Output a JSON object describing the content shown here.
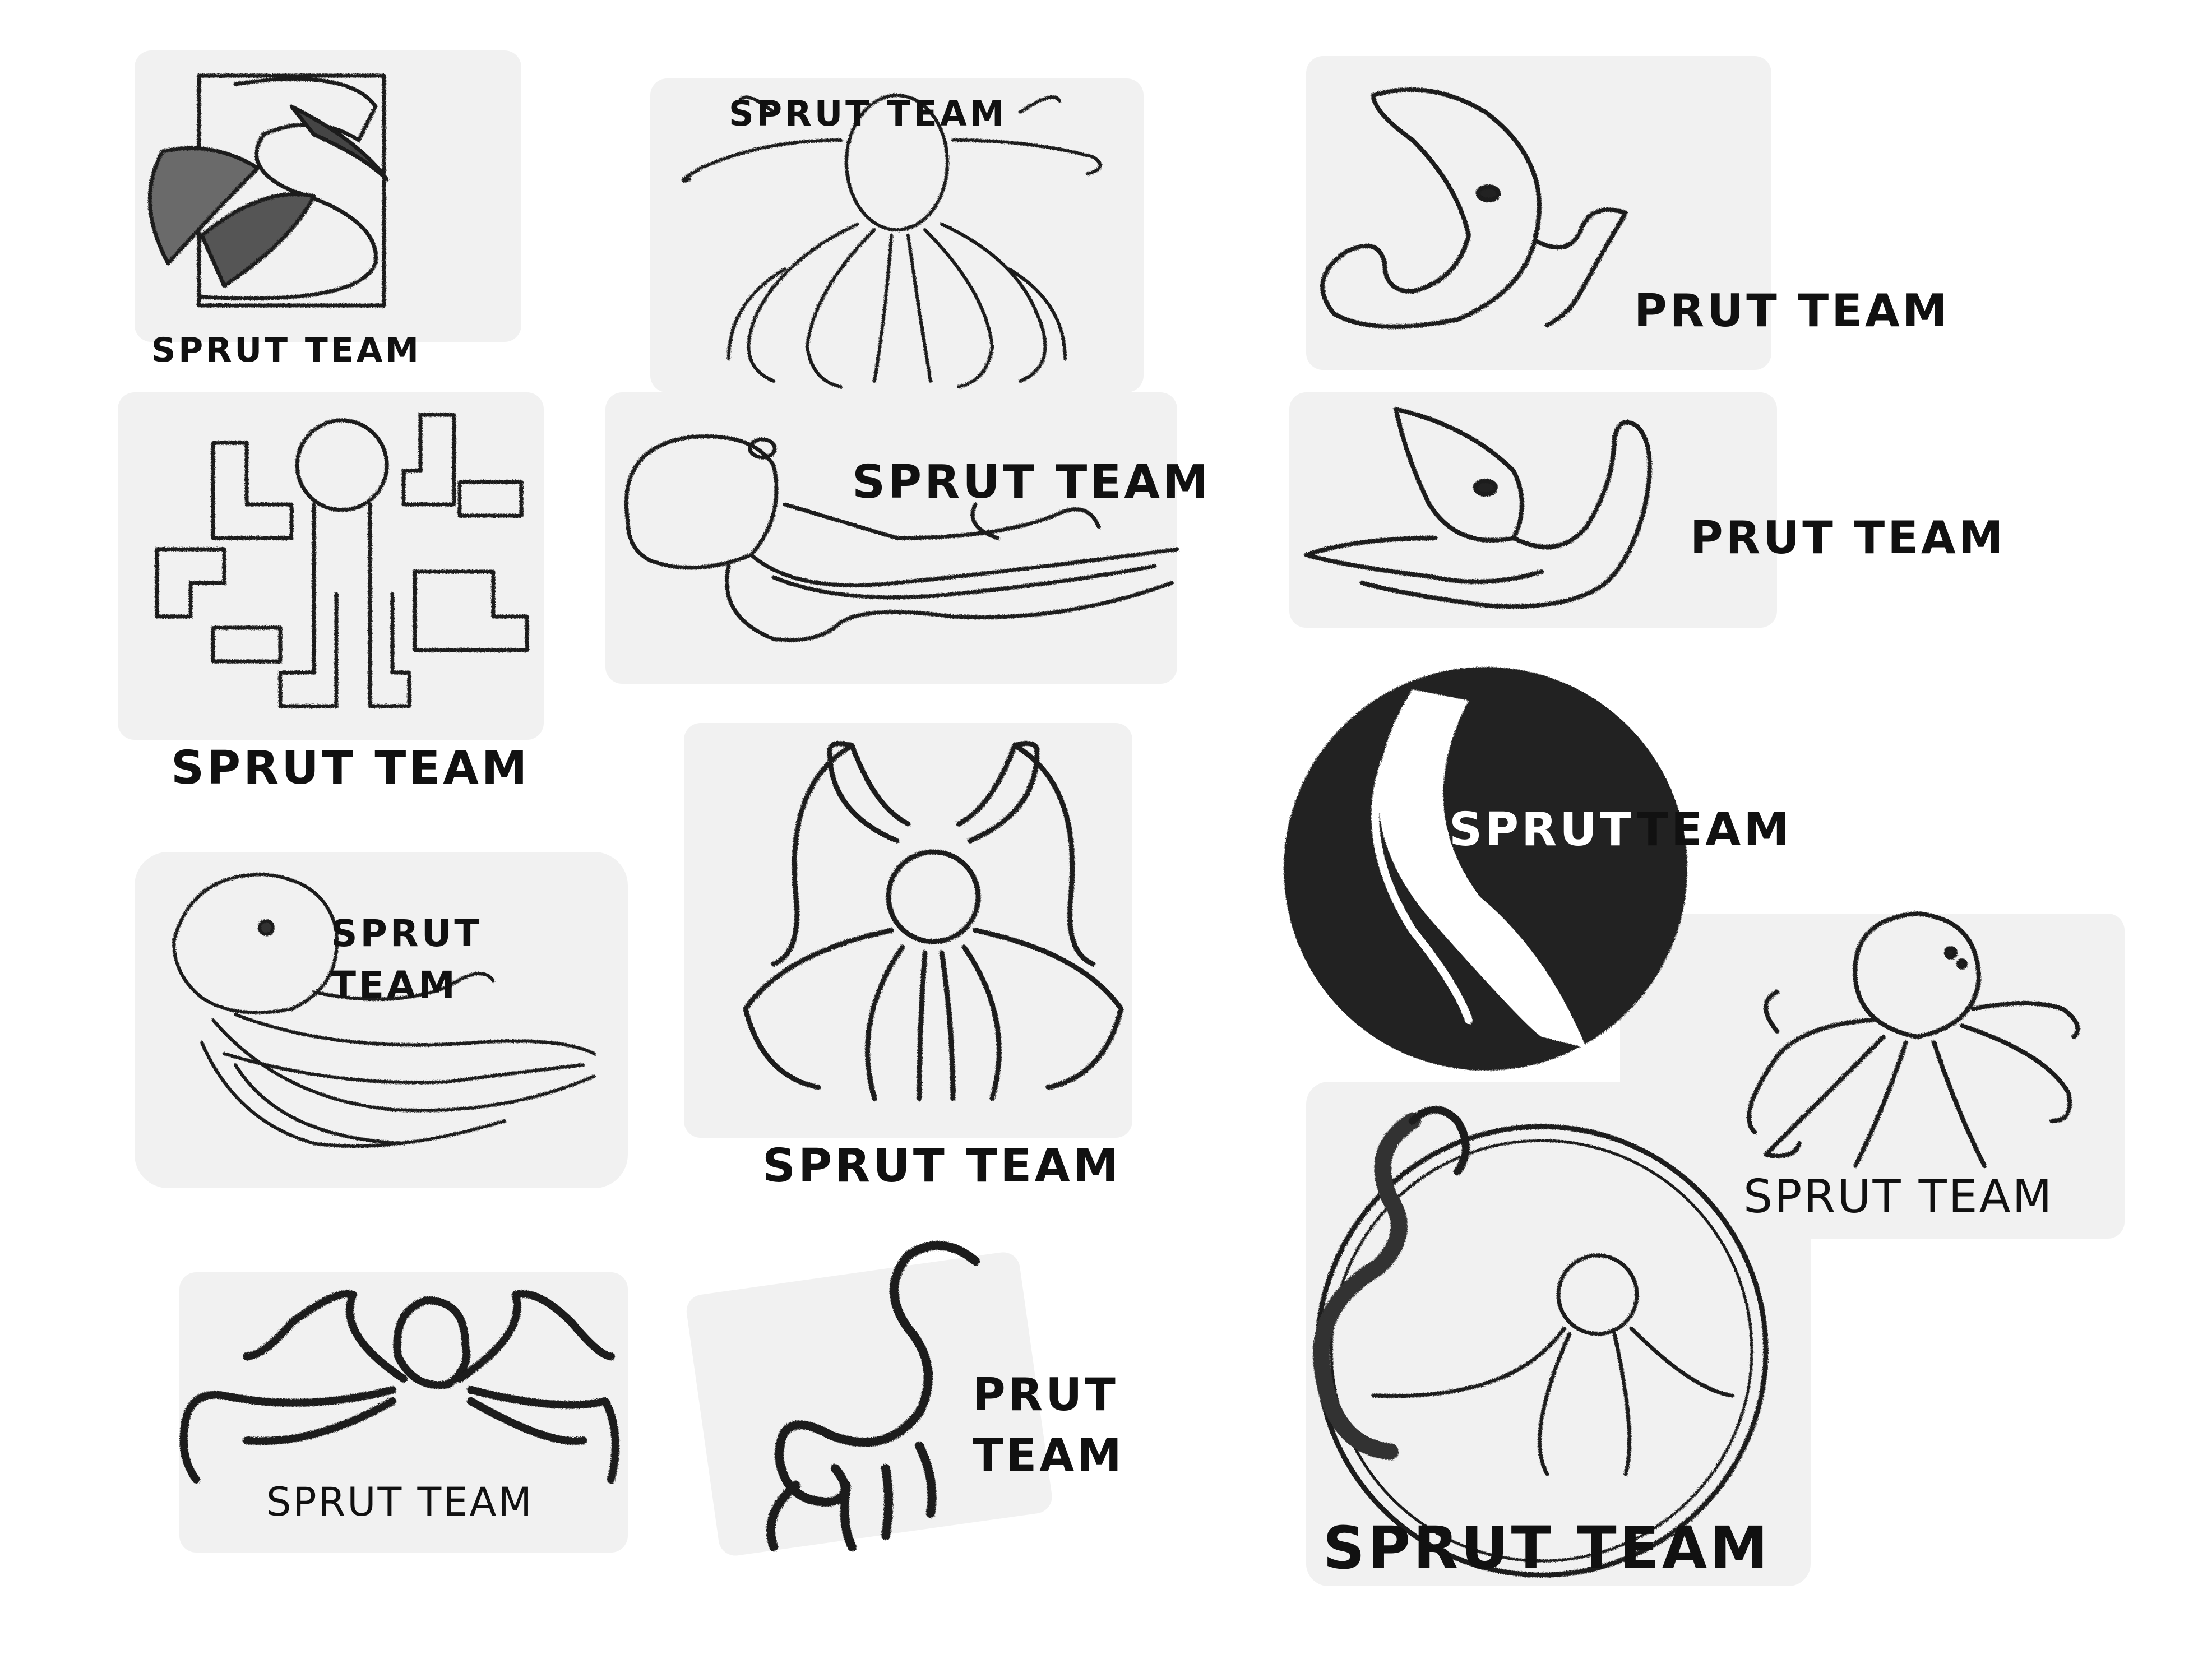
{
  "sheet": {
    "logos": [
      {
        "id": "s-tentacle-square",
        "label": "SPRUT TEAM"
      },
      {
        "id": "octopus-tentacles-up",
        "label": "SPRUT TEAM"
      },
      {
        "id": "head-s-curl",
        "label": "PRUT TEAM"
      },
      {
        "id": "blocky-octopus",
        "label": "SPRUT TEAM"
      },
      {
        "id": "flowing-octopus",
        "label": "SPRUT TEAM"
      },
      {
        "id": "octopus-side-curl",
        "label": "PRUT TEAM"
      },
      {
        "id": "octopus-arms-raised",
        "label": "SPRUT TEAM"
      },
      {
        "id": "black-circle",
        "label_a": "SPRUT",
        "label_b": "TEAM"
      },
      {
        "id": "octopus-stream",
        "label_a": "SPRUT",
        "label_b": "TEAM"
      },
      {
        "id": "simple-octopus",
        "label": "SPRUT TEAM"
      },
      {
        "id": "ring-octopus",
        "label": "SPRUT TEAM"
      },
      {
        "id": "brush-octopus",
        "label": "SPRUT TEAM"
      },
      {
        "id": "s-octopus",
        "label_a": "PRUT",
        "label_b": "TEAM"
      }
    ]
  }
}
